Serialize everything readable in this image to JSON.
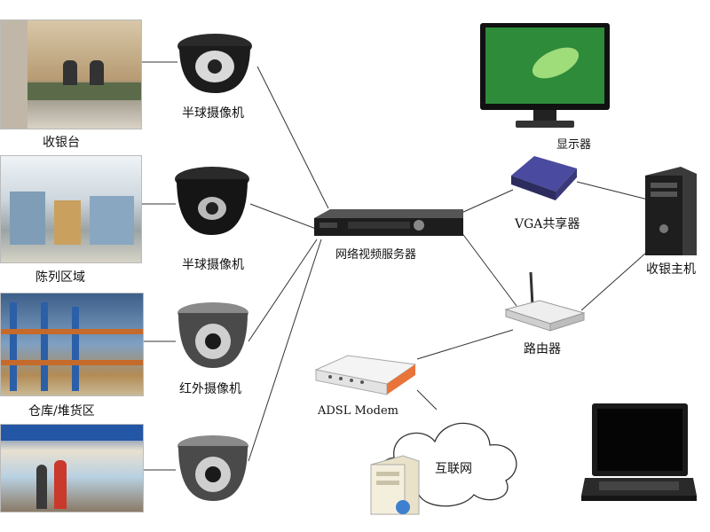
{
  "scenes": [
    {
      "label": "收银台"
    },
    {
      "label": "陈列区域"
    },
    {
      "label": "仓库/堆货区"
    },
    {
      "label": ""
    }
  ],
  "cameras": [
    {
      "label": "半球摄像机"
    },
    {
      "label": "半球摄像机"
    },
    {
      "label": "红外摄像机"
    },
    {
      "label": ""
    }
  ],
  "devices": {
    "nvr": "网络视频服务器",
    "monitor": "显示器",
    "vga_splitter": "VGA共享器",
    "pc": "收银主机",
    "router": "路由器",
    "modem": "ADSL Modem",
    "internet": "互联网"
  }
}
